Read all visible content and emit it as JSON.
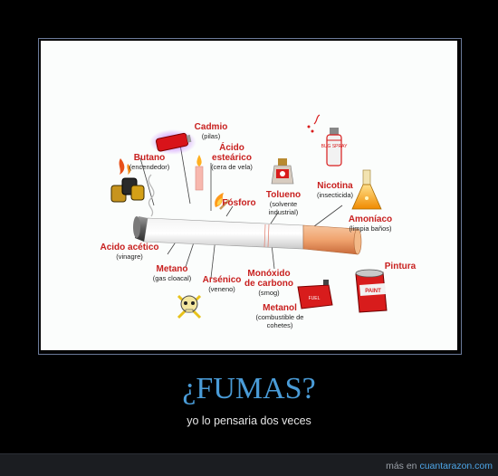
{
  "poster": {
    "labels": [
      {
        "name": "Cadmio",
        "detail": "(pilas)"
      },
      {
        "name": "Ácido esteárico",
        "detail": "(cera de vela)"
      },
      {
        "name": "Butano",
        "detail": "(encendedor)"
      },
      {
        "name": "Nicotina",
        "detail": "(insecticida)"
      },
      {
        "name": "Tolueno",
        "detail": "(solvente industrial)"
      },
      {
        "name": "Fósforo",
        "detail": ""
      },
      {
        "name": "Amoníaco",
        "detail": "(limpia baños)"
      },
      {
        "name": "Acido acético",
        "detail": "(vinagre)"
      },
      {
        "name": "Metano",
        "detail": "(gas cloacal)"
      },
      {
        "name": "Arsénico",
        "detail": "(veneno)"
      },
      {
        "name": "Monóxido de carbono",
        "detail": "(smog)"
      },
      {
        "name": "Pintura",
        "detail": ""
      },
      {
        "name": "Metanol",
        "detail": "(combustible de cohetes)"
      }
    ],
    "can_text": "BUG SPRAY",
    "paint_text": "PAINT",
    "fuel_text": "FUEL"
  },
  "headline": "¿FUMAS?",
  "tagline": "yo lo pensaria dos veces",
  "footer": {
    "prefix": "más en",
    "site": "cuantarazon.com"
  },
  "colors": {
    "label_red": "#c8201f",
    "headline_blue": "#4a9cd8",
    "link_blue": "#4da6e8"
  }
}
